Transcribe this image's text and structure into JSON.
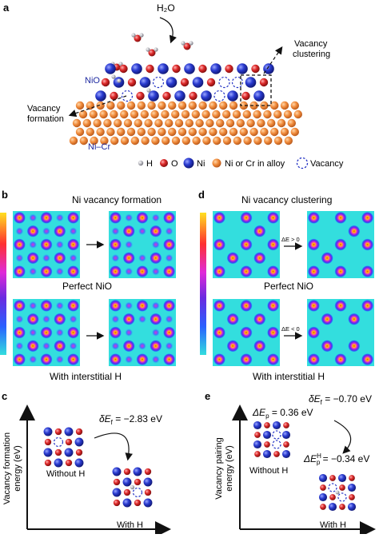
{
  "panel_a": {
    "letter": "a",
    "water_label": "H₂O",
    "nio_label": "NiO",
    "alloy_label": "Ni–Cr",
    "vacancy_formation": [
      "Vacancy",
      "formation"
    ],
    "vacancy_clustering": [
      "Vacancy",
      "clustering"
    ],
    "legend": {
      "h": "H",
      "o": "O",
      "ni": "Ni",
      "alloy": "Ni or Cr in alloy",
      "vacancy": "Vacancy"
    }
  },
  "panel_b": {
    "letter": "b",
    "title": "Ni vacancy formation",
    "middle_label": "Perfect NiO",
    "bottom_label": "With interstitial H"
  },
  "panel_d": {
    "letter": "d",
    "title": "Ni vacancy clustering",
    "middle_label": "Perfect NiO",
    "bottom_label": "With interstitial H",
    "arrow_top": "ΔE > 0",
    "arrow_bottom": "ΔE < 0"
  },
  "panel_c": {
    "letter": "c",
    "ylabel": [
      "Vacancy formation",
      "energy (eV)"
    ],
    "energy": "δE",
    "energy_sub": "f",
    "energy_value": " = −2.83 eV",
    "without": "Without H",
    "with": "With H"
  },
  "panel_e": {
    "letter": "e",
    "ylabel": [
      "Vacancy pairing",
      "energy (eV)"
    ],
    "de_f": "δE",
    "de_f_sub": "f",
    "de_f_value": " = −0.70 eV",
    "de_p": "ΔE",
    "de_p_sub": "p",
    "de_p_value": " = 0.36 eV",
    "de_ph": "ΔE",
    "de_ph_sup": "H",
    "de_ph_sub": "p",
    "de_ph_value": " = −0.34 eV",
    "without": "Without H",
    "with": "With H"
  },
  "colors": {
    "ni": "#2433c4",
    "o": "#d8242a",
    "h": "#a8a8b0",
    "alloy": "#f08a3a",
    "map_bg": "#33dede"
  }
}
